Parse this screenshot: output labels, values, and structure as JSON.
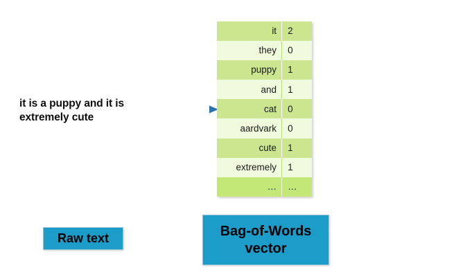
{
  "raw_text": {
    "lines": [
      "it is a puppy and it is",
      "extremely cute"
    ],
    "box_label": "Raw text"
  },
  "arrow": {
    "name": "right-arrow",
    "color": "#2e75b6"
  },
  "bow": {
    "box_label_line1": "Bag-of-Words",
    "box_label_line2": "vector",
    "table": {
      "rows": [
        {
          "term": "it",
          "count": "2"
        },
        {
          "term": "they",
          "count": "0"
        },
        {
          "term": "puppy",
          "count": "1"
        },
        {
          "term": "and",
          "count": "1"
        },
        {
          "term": "cat",
          "count": "0"
        },
        {
          "term": "aardvark",
          "count": "0"
        },
        {
          "term": "cute",
          "count": "1"
        },
        {
          "term": "extremely",
          "count": "1"
        },
        {
          "term": "…",
          "count": "…"
        }
      ]
    }
  },
  "colors": {
    "row_dark": "#cbe68f",
    "row_light": "#f0fadd",
    "row_last": "#c4e878",
    "blue_box": "#1b9cc9",
    "arrow": "#2e75b6",
    "background": "#ffffff"
  }
}
